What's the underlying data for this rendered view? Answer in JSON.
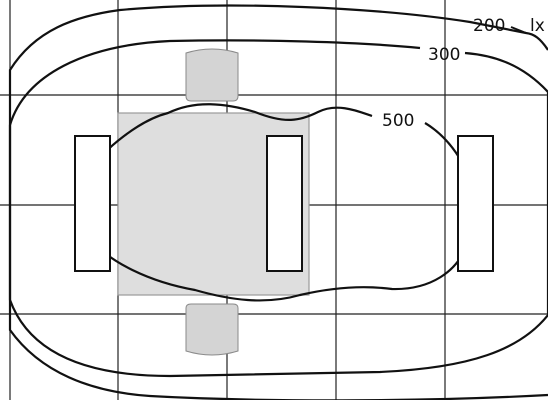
{
  "diagram": {
    "contours": [
      {
        "label": "200",
        "unit": "lx"
      },
      {
        "label": "300"
      },
      {
        "label": "500"
      }
    ],
    "colors": {
      "stroke": "#111111",
      "grid": "#222222",
      "work_area_fill": "#dedede",
      "work_area_stroke": "#9a9a9a",
      "chair_fill": "#d4d4d4",
      "chair_stroke": "#8a8a8a",
      "luminaire_fill": "#ffffff"
    }
  }
}
